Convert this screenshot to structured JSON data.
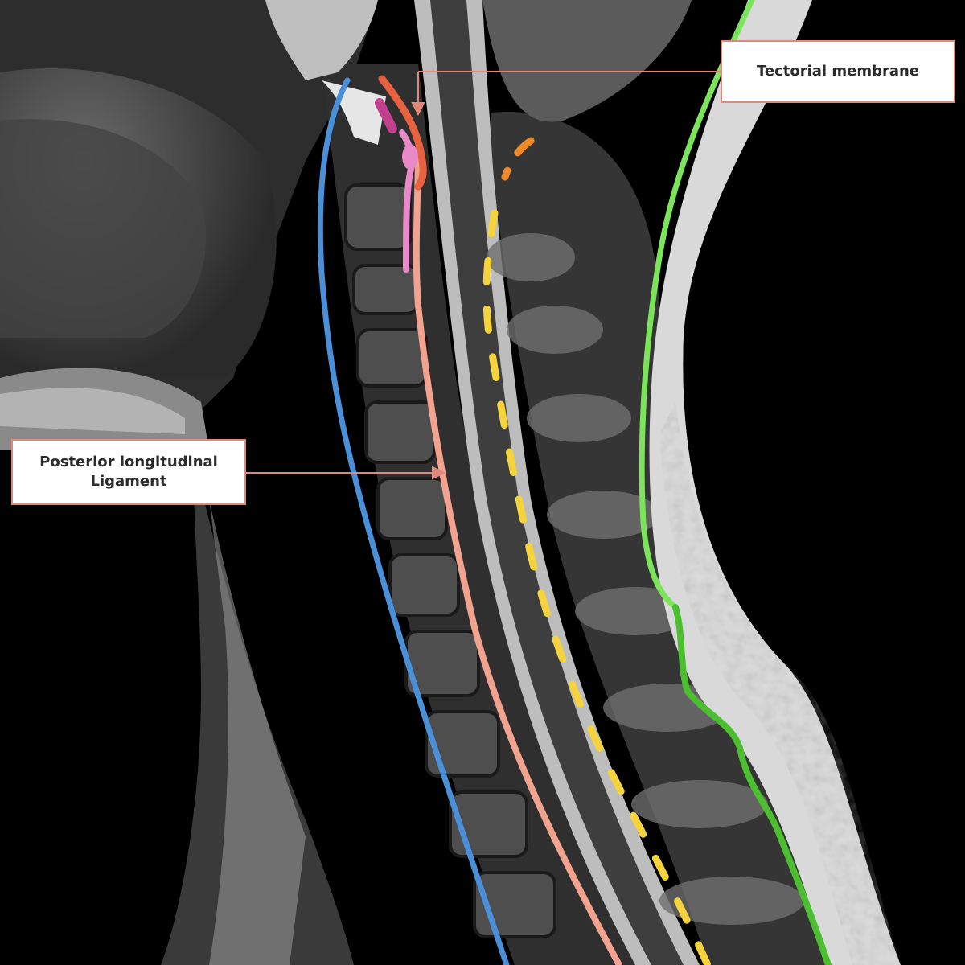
{
  "labels": {
    "tectorial": "Tectorial membrane",
    "pll_line1": "Posterior longitudinal",
    "pll_line2": "Ligament"
  },
  "colors": {
    "callout_border": "#e2877a",
    "callout_arrow": "#e2877a",
    "anterior_line": "#4a90d9",
    "pll_line": "#f2a38f",
    "tectorial_line": "#e8623f",
    "alar_pink": "#e98ac8",
    "apical_magenta": "#c2418f",
    "ligamentum_flavum_yellow": "#f5d33c",
    "ligamentum_flavum_orange": "#f08a28",
    "supraspinous_light_green": "#7ce45a",
    "supraspinous_dark_green": "#4bbf30"
  }
}
